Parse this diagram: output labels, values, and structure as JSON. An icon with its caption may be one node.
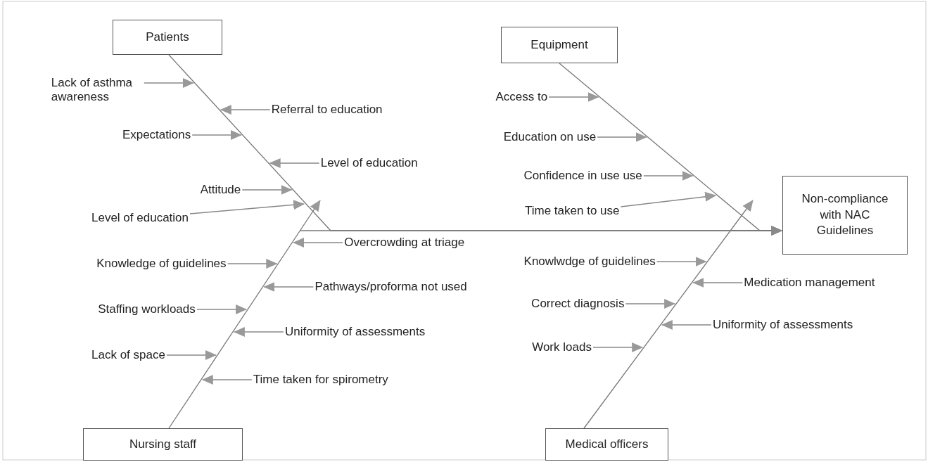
{
  "diagram": {
    "nodes": [
      {
        "text": [
          "Patients"
        ]
      },
      {
        "text": [
          "Equipment"
        ]
      },
      {
        "text": [
          "Non-compliance with NAC Guidelines"
        ]
      },
      {
        "text": [
          "Nursing staff"
        ]
      },
      {
        "text": [
          "Medical officers"
        ]
      },
      {
        "text": [
          "Lack of asthma awareness"
        ]
      },
      {
        "text": [
          "Referral to education"
        ]
      },
      {
        "text": [
          "Expectations"
        ]
      },
      {
        "text": [
          "Level of education"
        ]
      },
      {
        "text": [
          "Attitude"
        ]
      },
      {
        "text": [
          "Level of education"
        ]
      },
      {
        "text": [
          "Access to"
        ]
      },
      {
        "text": [
          "Education on use"
        ]
      },
      {
        "text": [
          "Confidence in use use"
        ]
      },
      {
        "text": [
          "Time taken to use"
        ]
      },
      {
        "text": [
          "Knowledge of guidelines"
        ]
      },
      {
        "text": [
          "Overcrowding at triage"
        ]
      },
      {
        "text": [
          "Staffing workloads"
        ]
      },
      {
        "text": [
          "Pathways/proforma not used"
        ]
      },
      {
        "text": [
          "Lack of space"
        ]
      },
      {
        "text": [
          "Uniformity of assessments"
        ]
      },
      {
        "text": [
          "Time taken for spirometry"
        ]
      },
      {
        "text": [
          "Knowlwdge of guidelines"
        ]
      },
      {
        "text": [
          "Medication management"
        ]
      },
      {
        "text": [
          "Correct diagnosis"
        ]
      },
      {
        "text": [
          "Uniformity of assessments"
        ]
      },
      {
        "text": [
          "Work loads"
        ]
      }
    ],
    "edges": [
      {
        "from": 0,
        "to": 2,
        "arrow": "to"
      },
      {
        "from": 1,
        "to": 2,
        "arrow": "to"
      },
      {
        "from": 3,
        "to": 2,
        "arrow": "to"
      },
      {
        "from": 4,
        "to": 2,
        "arrow": "to"
      },
      {
        "from": 5,
        "to": null,
        "arrow": "to"
      },
      {
        "from": 6,
        "to": null,
        "arrow": "to"
      },
      {
        "from": 7,
        "to": null,
        "arrow": "to"
      },
      {
        "from": 8,
        "to": null,
        "arrow": "to"
      },
      {
        "from": 9,
        "to": null,
        "arrow": "to"
      },
      {
        "from": 10,
        "to": null,
        "arrow": "to"
      },
      {
        "from": 11,
        "to": null,
        "arrow": "to"
      },
      {
        "from": 12,
        "to": null,
        "arrow": "to"
      },
      {
        "from": 13,
        "to": null,
        "arrow": "to"
      },
      {
        "from": 14,
        "to": null,
        "arrow": "to"
      },
      {
        "from": 15,
        "to": null,
        "arrow": "to"
      },
      {
        "from": 16,
        "to": null,
        "arrow": "to"
      },
      {
        "from": 17,
        "to": null,
        "arrow": "to"
      },
      {
        "from": 18,
        "to": null,
        "arrow": "to"
      },
      {
        "from": 19,
        "to": null,
        "arrow": "to"
      },
      {
        "from": 20,
        "to": null,
        "arrow": "to"
      },
      {
        "from": 21,
        "to": null,
        "arrow": "to"
      },
      {
        "from": 22,
        "to": null,
        "arrow": "to"
      },
      {
        "from": 23,
        "to": null,
        "arrow": "to"
      },
      {
        "from": 24,
        "to": null,
        "arrow": "to"
      },
      {
        "from": 25,
        "to": null,
        "arrow": "to"
      },
      {
        "from": 26,
        "to": null,
        "arrow": "to"
      }
    ]
  }
}
